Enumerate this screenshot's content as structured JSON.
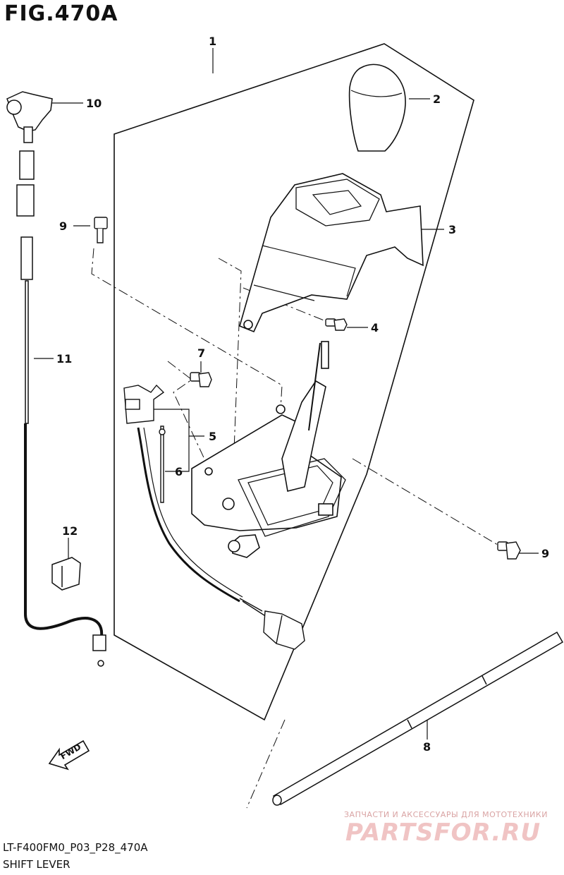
{
  "figure": {
    "title": "FIG.470A",
    "code": "LT-F400FM0_P03_P28_470A",
    "name": "SHIFT LEVER"
  },
  "callouts": [
    "1",
    "2",
    "3",
    "4",
    "5",
    "6",
    "7",
    "8",
    "9",
    "9",
    "10",
    "11",
    "12"
  ],
  "fwd_label": "FWD",
  "watermark": {
    "tagline": "ЗАПЧАСТИ И АКСЕССУАРЫ ДЛЯ МОТОТЕХНИКИ",
    "logo": "PARTSFOR.RU"
  }
}
